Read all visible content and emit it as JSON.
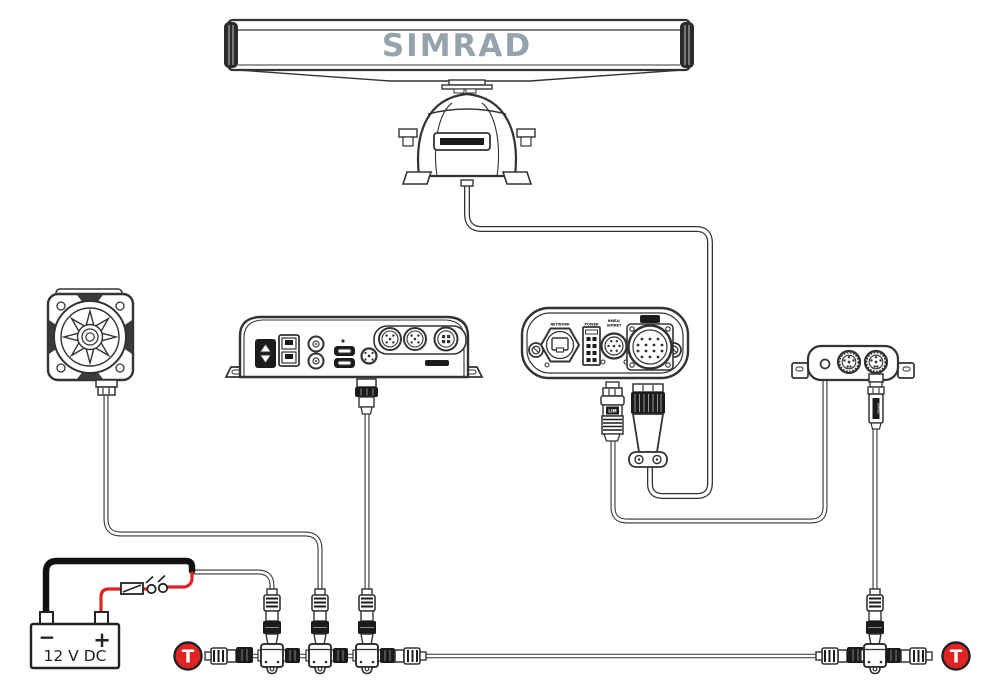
{
  "logo": "SIMRAD",
  "battery": {
    "label": "12 V DC",
    "minus": "−",
    "plus": "+"
  },
  "badges": {
    "left": "T",
    "right": "T"
  },
  "iface": {
    "network": "NETWORK",
    "power": "POWER",
    "nmea1": "NMEA/",
    "nmea2": "SIMNET"
  },
  "lim": "LIM",
  "drop_label": "SIMNET",
  "colors": {
    "red": "#e02423",
    "logo_gray": "#95a3ad",
    "line": "#333333",
    "black": "#1b1b1b"
  }
}
